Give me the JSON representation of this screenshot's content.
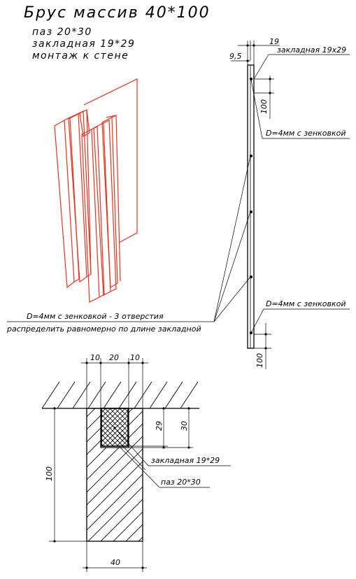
{
  "title": {
    "main": "Брус массив 40*100",
    "lines": [
      "паз 20*30",
      "закладная 19*29",
      "монтаж к стене"
    ]
  },
  "side_view": {
    "dim_top": "19",
    "dim_left": "9,5",
    "label_insert": "закладная 19x29",
    "dim_100_top": "100",
    "hole_label_top": "D=4мм с зенковкой",
    "hole_label_bottom": "D=4мм с зенковкой",
    "dim_100_bottom": "100"
  },
  "note": {
    "line1": "D=4мм с зенковкой - 3 отверстия",
    "line2": "распределить равномерно по длине закладной"
  },
  "section": {
    "dims_top": [
      "10",
      "20",
      "10"
    ],
    "dim_29": "29",
    "dim_30": "30",
    "dim_100": "100",
    "dim_40": "40",
    "label_insert": "закладная 19*29",
    "label_groove": "паз 20*30"
  },
  "colors": {
    "line": "#000000",
    "render": "#e8321e"
  }
}
